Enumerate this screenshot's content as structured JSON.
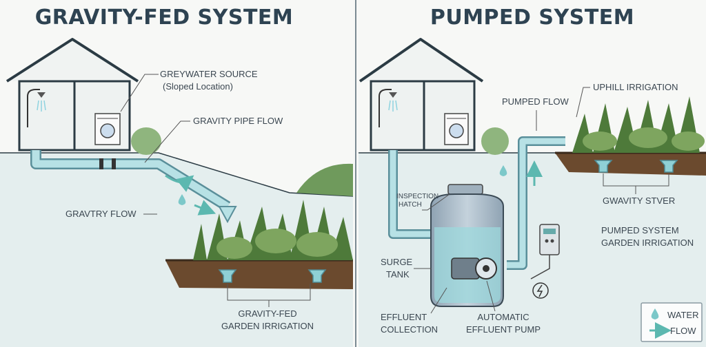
{
  "left": {
    "title": "GRAVITY-FED SYSTEM",
    "source_label_1": "GREYWATER SOURCE",
    "source_label_2": "(Sloped Location)",
    "pipe_flow_label": "GRAVITY PIPE FLOW",
    "flow_label": "GRAVTRY FLOW",
    "garden_label_1": "GRAVITY-FED",
    "garden_label_2": "GARDEN IRRIGATION"
  },
  "right": {
    "title": "PUMPED SYSTEM",
    "pumped_flow_label": "PUMPED FLOW",
    "uphill_label": "UPHILL IRRIGATION",
    "hatch_label_1": "INSPECTION",
    "hatch_label_2": "HATCH",
    "gwavity_label": "GWAVITY STVER",
    "pumped_garden_label_1": "PUMPED SYSTEM",
    "pumped_garden_label_2": "GARDEN IRRIGATION",
    "surge_label_1": "SURGE",
    "surge_label_2": "TANK",
    "effluent_label_1": "EFFLUENT",
    "effluent_label_2": "COLLECTION",
    "pump_label_1": "AUTOMATIC",
    "pump_label_2": "EFFLUENT PUMP"
  },
  "legend": {
    "water": "WATER",
    "flow": "FLOW"
  },
  "colors": {
    "title": "#2e4352",
    "water_pipe": "#9fd3d8",
    "water_pipe_edge": "#5a8f9a",
    "soil": "#6b4a2e",
    "plant": "#4e7a3a",
    "tank": "#aebfcc"
  }
}
